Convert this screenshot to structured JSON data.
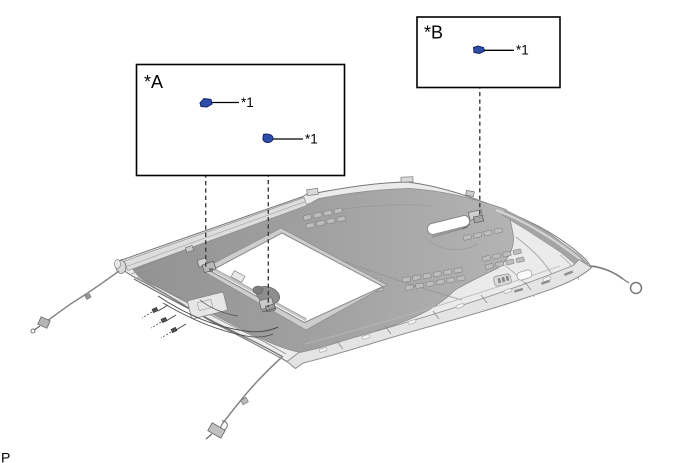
{
  "figure": {
    "type": "technical-illustration-roof-headlining",
    "callouts": [
      {
        "id": "A",
        "label": "*A",
        "markers": [
          {
            "ref": "*1"
          },
          {
            "ref": "*1"
          }
        ]
      },
      {
        "id": "B",
        "label": "*B",
        "markers": [
          {
            "ref": "*1"
          }
        ]
      }
    ],
    "corner_mark": "P",
    "colors": {
      "clip_blue": "#2d4da8",
      "clip_blue_dark": "#16246b",
      "line_black": "#000000",
      "dash_gray": "#3c3c3c",
      "panel_light": "#ebebeb",
      "panel_dark": "#a2a2a2",
      "background": "#ffffff"
    }
  }
}
